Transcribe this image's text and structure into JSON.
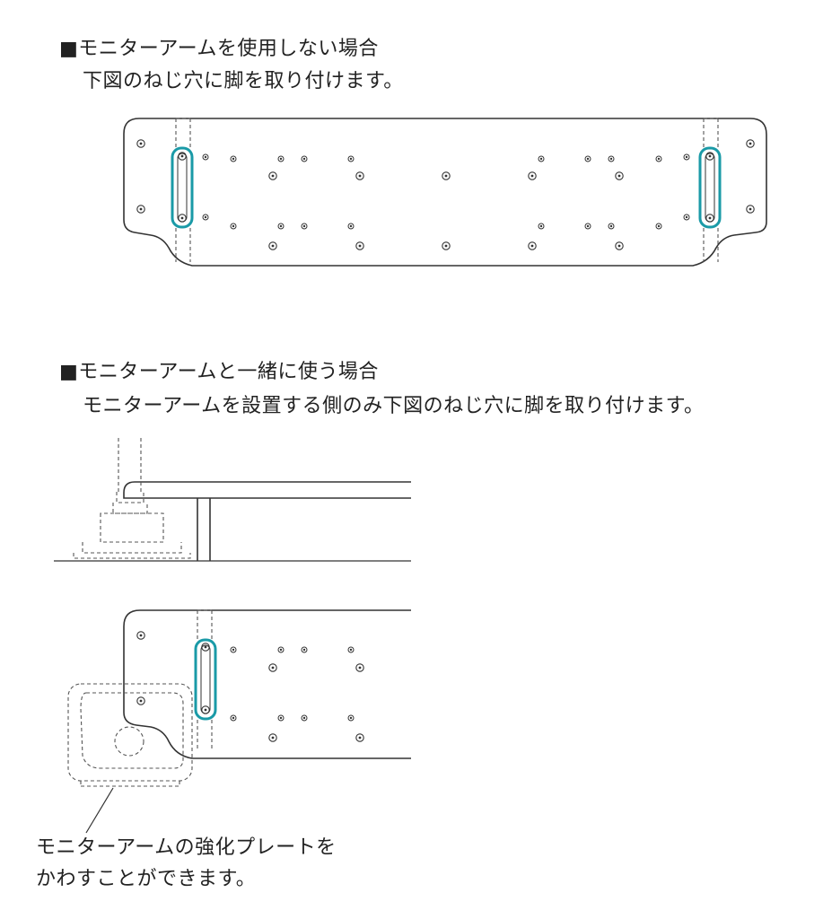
{
  "section1": {
    "heading": "■モニターアームを使用しない場合",
    "instruction": "下図のねじ穴に脚を取り付けます。"
  },
  "section2": {
    "heading": "■モニターアームと一緒に使う場合",
    "instruction": "モニターアームを設置する側のみ下図のねじ穴に脚を取り付けます。"
  },
  "caption": {
    "line1": "モニターアームの強化プレートを",
    "line2": "かわすことができます。"
  },
  "colors": {
    "highlight": "#1a9aa7",
    "line": "#333333"
  }
}
